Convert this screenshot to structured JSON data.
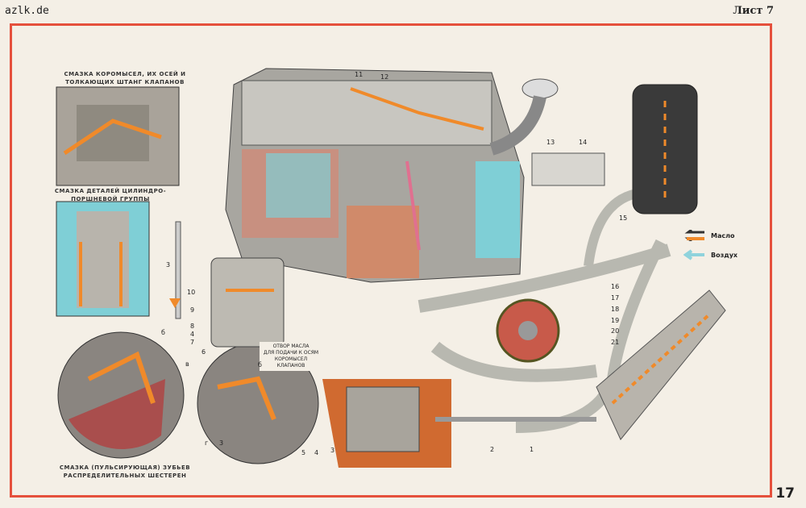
{
  "header": {
    "site": "azlk.de",
    "sheet": "Лист 7",
    "page": "17"
  },
  "captions": {
    "rockers": [
      "СМАЗКА КОРОМЫСЕЛ, ИХ ОСЕЙ И",
      "ТОЛКАЮЩИХ ШТАНГ КЛАПАНОВ"
    ],
    "piston": [
      "СМАЗКА ДЕТАЛЕЙ ЦИЛИНДРО-",
      "ПОРШНЕВОЙ ГРУППЫ"
    ],
    "gears": [
      "СМАЗКА (ПУЛЬСИРУЮЩАЯ) ЗУБЬЕВ",
      "РАСПРЕДЕЛИТЕЛЬНЫХ ШЕСТЕРЕН"
    ],
    "note": [
      "ОТВОР МАСЛА",
      "ДЛЯ ПОДАЧИ К ОСЯМ",
      "КОРОМЫСЕЛ КЛАПАНОВ"
    ]
  },
  "legend": {
    "oil": "Масло",
    "air": "Воздух",
    "colors": {
      "oil_dark": "#333333",
      "oil": "#f08a2a",
      "air": "#8fd3dc"
    }
  },
  "callouts": [
    "1",
    "2",
    "3",
    "3",
    "3",
    "4",
    "4",
    "5",
    "6",
    "7",
    "8",
    "9",
    "10",
    "11",
    "12",
    "13",
    "14",
    "15",
    "16",
    "17",
    "18",
    "19",
    "20",
    "21",
    "б",
    "в",
    "г",
    "б"
  ]
}
